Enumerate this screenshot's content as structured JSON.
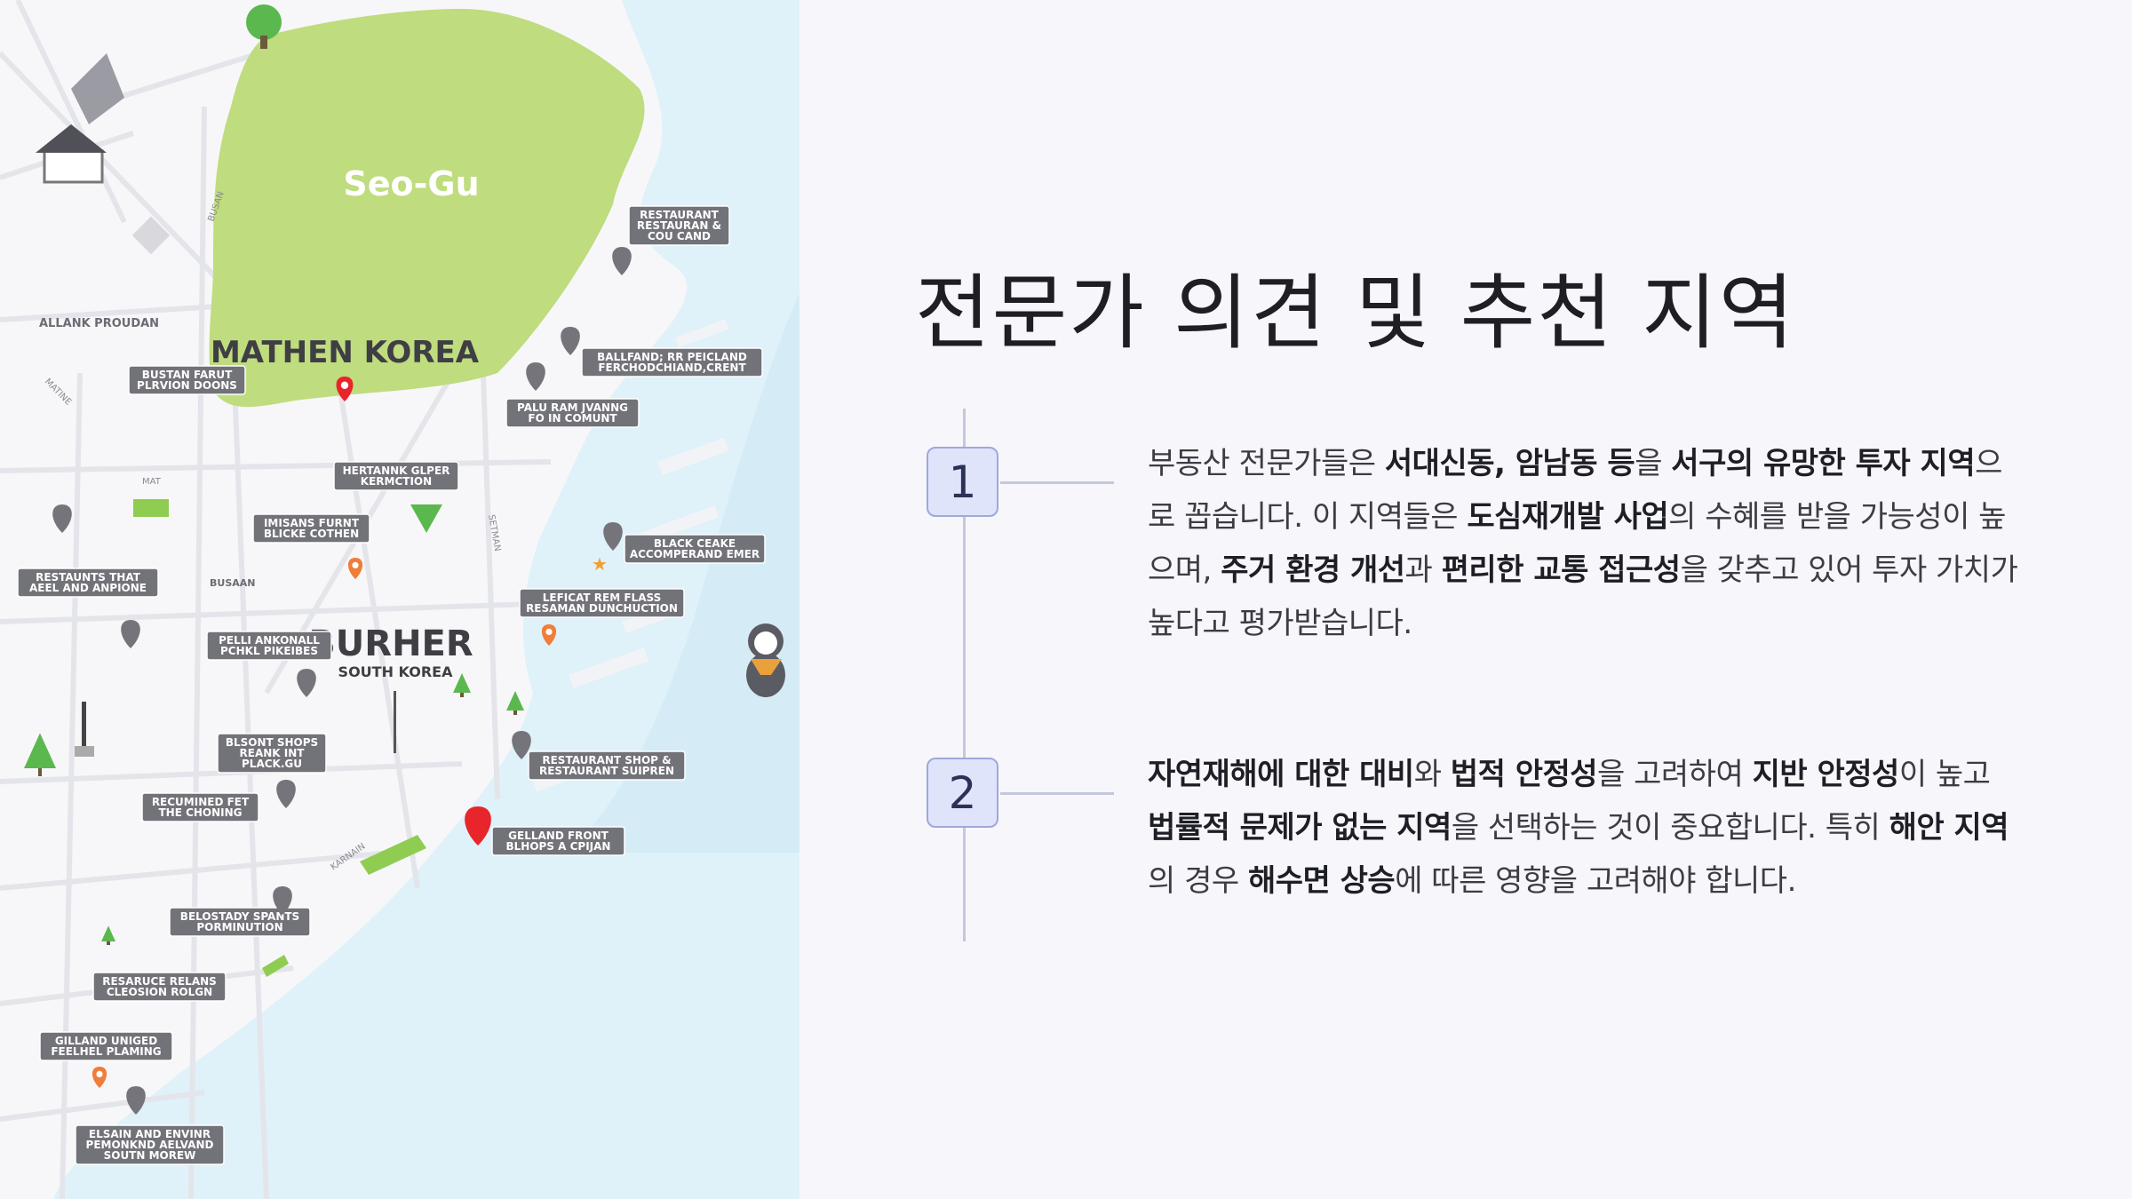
{
  "slide": {
    "title": "전문가 의견 및 추천 지역",
    "steps": [
      {
        "number": "1",
        "segments": [
          {
            "text": "부동산 전문가들은 ",
            "bold": false
          },
          {
            "text": "서대신동, 암남동 등",
            "bold": true
          },
          {
            "text": "을 ",
            "bold": false
          },
          {
            "text": "서구의 유망한 투자 지역",
            "bold": true
          },
          {
            "text": "으로 꼽습니다. 이 지역들은 ",
            "bold": false
          },
          {
            "text": "도심재개발 사업",
            "bold": true
          },
          {
            "text": "의 수혜를 받을 가능성이 높으며, ",
            "bold": false
          },
          {
            "text": "주거 환경 개선",
            "bold": true
          },
          {
            "text": "과 ",
            "bold": false
          },
          {
            "text": "편리한 교통 접근성",
            "bold": true
          },
          {
            "text": "을 갖추고 있어 투자 가치가 높다고 평가받습니다.",
            "bold": false
          }
        ]
      },
      {
        "number": "2",
        "segments": [
          {
            "text": "자연재해에 대한 대비",
            "bold": true
          },
          {
            "text": "와 ",
            "bold": false
          },
          {
            "text": "법적 안정성",
            "bold": true
          },
          {
            "text": "을 고려하여 ",
            "bold": false
          },
          {
            "text": "지반 안정성",
            "bold": true
          },
          {
            "text": "이 높고 ",
            "bold": false
          },
          {
            "text": "법률적 문제가 없는 지역",
            "bold": true
          },
          {
            "text": "을 선택하는 것이 중요합니다. 특히 ",
            "bold": false
          },
          {
            "text": "해안 지역",
            "bold": true
          },
          {
            "text": "의 경우 ",
            "bold": false
          },
          {
            "text": "해수면 상승",
            "bold": true
          },
          {
            "text": "에 따른 영향을 고려해야 합니다.",
            "bold": false
          }
        ]
      }
    ]
  },
  "map": {
    "district_label": "Seo-Gu",
    "title_main": "MATHEN KOREA",
    "title_city": "BURHER",
    "title_country": "SOUTH KOREA",
    "street_labels": [
      "ALLANK PROUDAN",
      "BUSAAN",
      "BUSAN",
      "MAT",
      "SETMAN",
      "KARNAIN",
      "MATINE"
    ],
    "callouts": [
      [
        "RESTAURANT",
        "RESTAURAN &",
        "COU CAND"
      ],
      [
        "BALLFAND; RR PEICLAND",
        "FERCHODCHIAND,CRENT"
      ],
      [
        "PALU RAM JVANNG",
        "FO IN COMUNT"
      ],
      [
        "BUSTAN FARUT",
        "PLRVION DOONS"
      ],
      [
        "HERTANNK GLPER",
        "KERMCTION"
      ],
      [
        "IMISANS FURNT",
        "BLICKE COTHEN"
      ],
      [
        "BLACK CEAKE",
        "ACCOMPERAND EMER"
      ],
      [
        "RESTAUNTS THAT",
        "AEEL AND ANPIONE"
      ],
      [
        "LEFICAT REM FLASS",
        "RESAMAN DUNCHUCTION"
      ],
      [
        "PELLI ANKONALL",
        "PCHKL PIKEIBES"
      ],
      [
        "BLSONT SHOPS",
        "REANK INT",
        "PLACK.GU"
      ],
      [
        "RESTAURANT SHOP &",
        "RESTAURANT SUIPREN"
      ],
      [
        "RECUMINED FET",
        "THE CHONING"
      ],
      [
        "GELLAND FRONT",
        "BLHOPS A CPIJAN"
      ],
      [
        "BELOSTADY SPANTS",
        "PORMINUTION"
      ],
      [
        "RESARUCE RELANS",
        "CLEOSION ROLGN"
      ],
      [
        "GILLAND UNIGED",
        "FEELHEL PLAMING"
      ],
      [
        "ELSAIN AND ENVINR",
        "PEMONKND AELVAND",
        "SOUTN MOREW"
      ]
    ],
    "colors": {
      "park": "#bfdc7e",
      "water": "#dff1f9",
      "pin": "#74747a",
      "red_pin": "#e8252b",
      "callout": "#727279"
    }
  }
}
